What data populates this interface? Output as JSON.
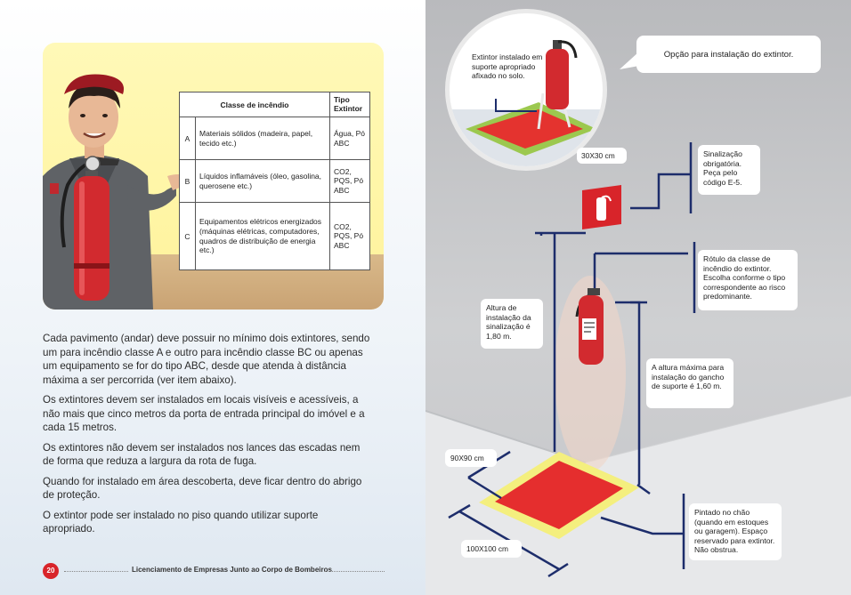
{
  "table": {
    "header_class": "Classe de incêndio",
    "header_type": "Tipo Extintor",
    "rows": [
      {
        "letter": "A",
        "desc": "Materiais sólidos (madeira, papel, tecido etc.)",
        "ext": "Água, Pó ABC"
      },
      {
        "letter": "B",
        "desc": "Líquidos inflamáveis (óleo, gasolina, querosene etc.)",
        "ext": "CO2, PQS, Pó ABC"
      },
      {
        "letter": "C",
        "desc": "Equipamentos elétricos energizados (máquinas elétricas, computadores, quadros de distribuição de energia etc.)",
        "ext": "CO2, PQS, Pó ABC"
      }
    ]
  },
  "paragraphs": [
    "Cada pavimento (andar) deve possuir no mínimo dois extintores, sendo um para incêndio classe A e outro para incêndio classe BC ou apenas um equipamento se for do tipo ABC, desde que atenda à distância máxima a ser percorrida (ver item abaixo).",
    "Os extintores devem ser instalados em locais visíveis e acessíveis, a não mais que cinco metros da porta de entrada principal do imóvel e a cada 15 metros.",
    "Os extintores não devem ser instalados nos lances das escadas nem de forma que reduza a largura da rota de fuga.",
    "Quando for instalado em área descoberta, deve ficar dentro do abrigo de proteção.",
    "O extintor pode ser instalado no piso quando utilizar suporte apropriado."
  ],
  "footer": {
    "page_number": "20",
    "title": "Licenciamento de Empresas Junto ao Corpo de Bombeiros"
  },
  "diagram": {
    "circle_label": "Extintor instalado em suporte apropriado afixado no solo.",
    "callout_option": "Opção para instalação do extintor.",
    "sign_size": "30X30 cm",
    "sign_note": "Sinalização obrigatória. Peça pelo código E-5.",
    "class_label_note": "Rótulo da classe de incêndio do extintor. Escolha conforme o tipo correspondente ao risco predominante.",
    "sign_height": "Altura de instalação da sinalização é 1,80 m.",
    "hook_height": "A altura máxima para instalação do gancho de suporte é 1,60 m.",
    "floor_inner": "90X90 cm",
    "floor_outer": "100X100 cm",
    "floor_note": "Pintado no chão (quando em estoques ou garagem). Espaço reservado para extintor. Não obstrua."
  },
  "colors": {
    "accent_red": "#d8242a",
    "line_blue": "#1d2d6b",
    "floor_yellow": "#f4ef7e"
  }
}
